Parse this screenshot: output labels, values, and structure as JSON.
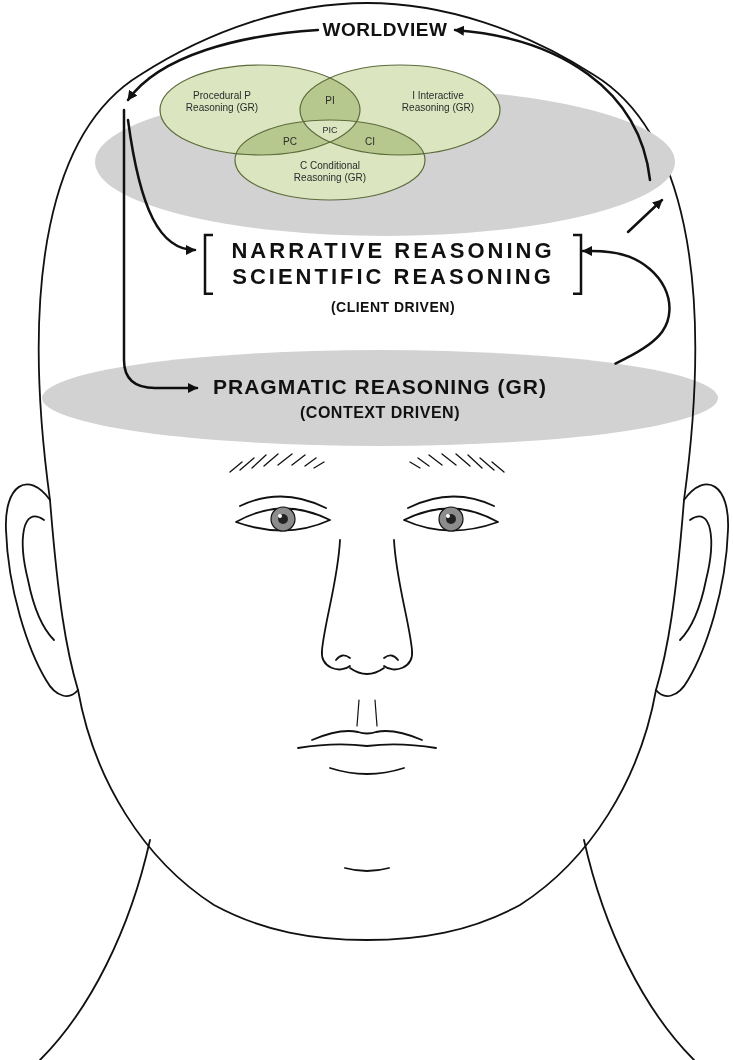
{
  "diagram": {
    "nodes": [
      {
        "text": [
          "Procedural P Reasoning (GR)"
        ]
      },
      {
        "text": [
          "I Interactive Reasoning (GR)"
        ]
      },
      {
        "text": [
          "C Conditional Reasoning (GR)"
        ]
      },
      {
        "text": [
          "NARRATIVE REASONING",
          "SCIENTIFIC REASONING",
          "(CLIENT DRIVEN)"
        ]
      },
      {
        "text": [
          "PRAGMATIC REASONING (GR)",
          "(CONTEXT DRIVEN)"
        ]
      }
    ],
    "edges": [
      {
        "from": 4,
        "to": 3,
        "arrow": "to"
      }
    ],
    "labels": [
      "WORLDVIEW",
      "PI",
      "PIC",
      "PC",
      "CI"
    ]
  }
}
